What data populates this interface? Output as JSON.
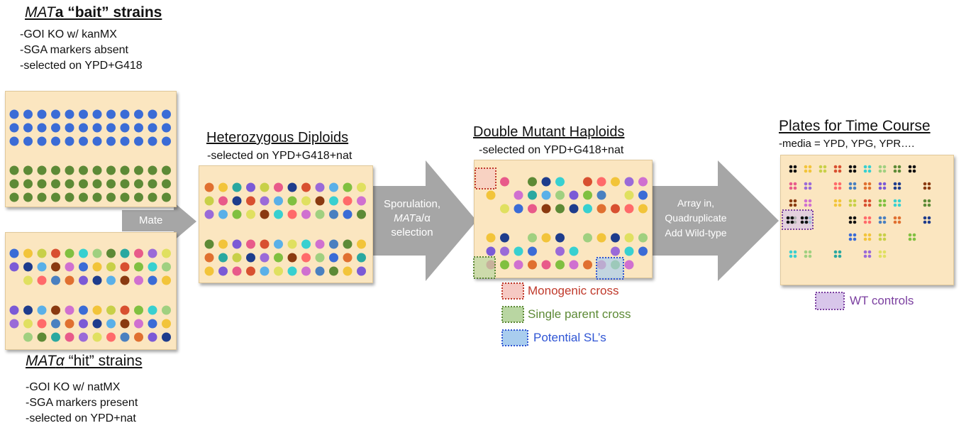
{
  "bait": {
    "title_prefix": "MAT",
    "title_suffix": "a “bait” strains",
    "lines": [
      "-GOI KO w/ kanMX",
      "-SGA markers absent",
      "-selected on YPD+G418"
    ],
    "dot_color_blue": "#3b6cd6",
    "dot_color_green": "#5d8a36"
  },
  "hit": {
    "title_prefix": "MAT",
    "title_alpha": "α",
    "title_suffix": " “hit” strains",
    "lines": [
      "-GOI KO w/ natMX",
      "-SGA markers present",
      "-selected on YPD+nat"
    ]
  },
  "mate": {
    "label": "Mate"
  },
  "diploids": {
    "title": "Heterozygous Diploids",
    "subtitle": "-selected on YPD+G418+nat"
  },
  "sporulation": {
    "line1": "Sporulation,",
    "line2_prefix": "MAT",
    "line2_suffix": "a/α",
    "line3": "selection"
  },
  "haploids": {
    "title": "Double Mutant Haploids",
    "subtitle": "-selected on YPD+G418+nat"
  },
  "legend": [
    {
      "label": "Monogenic cross",
      "color": "#c0392b",
      "fill": "#f6c9c3"
    },
    {
      "label": "Single parent cross",
      "color": "#5d8a36",
      "fill": "#b9d6a2"
    },
    {
      "label": "Potential SL’s",
      "color": "#2f55d4",
      "fill": "#a9cdee"
    }
  ],
  "array": {
    "line1": "Array in,",
    "line2": "Quadruplicate",
    "line3": "Add Wild-type"
  },
  "timecourse": {
    "title": "Plates for Time Course",
    "subtitle": "-media = YPD, YPG, YPR…."
  },
  "wt": {
    "label": "WT controls",
    "color": "#7b3fa0",
    "fill": "#d8c6ea"
  },
  "palette": [
    "#3b6cd6",
    "#5d8a36",
    "#e07030",
    "#f2c43a",
    "#2aa8a0",
    "#7b5ad6",
    "#c8d048",
    "#e85a8a",
    "#1e3c8c",
    "#d85030",
    "#9a6ad8",
    "#5ab0e8",
    "#80c040",
    "#e0e060",
    "#8a3a10",
    "#38d0d0",
    "#ff6a6a",
    "#d070d0",
    "#a0d080",
    "#4a80c0"
  ],
  "arrow_color": "#a6a6a6"
}
